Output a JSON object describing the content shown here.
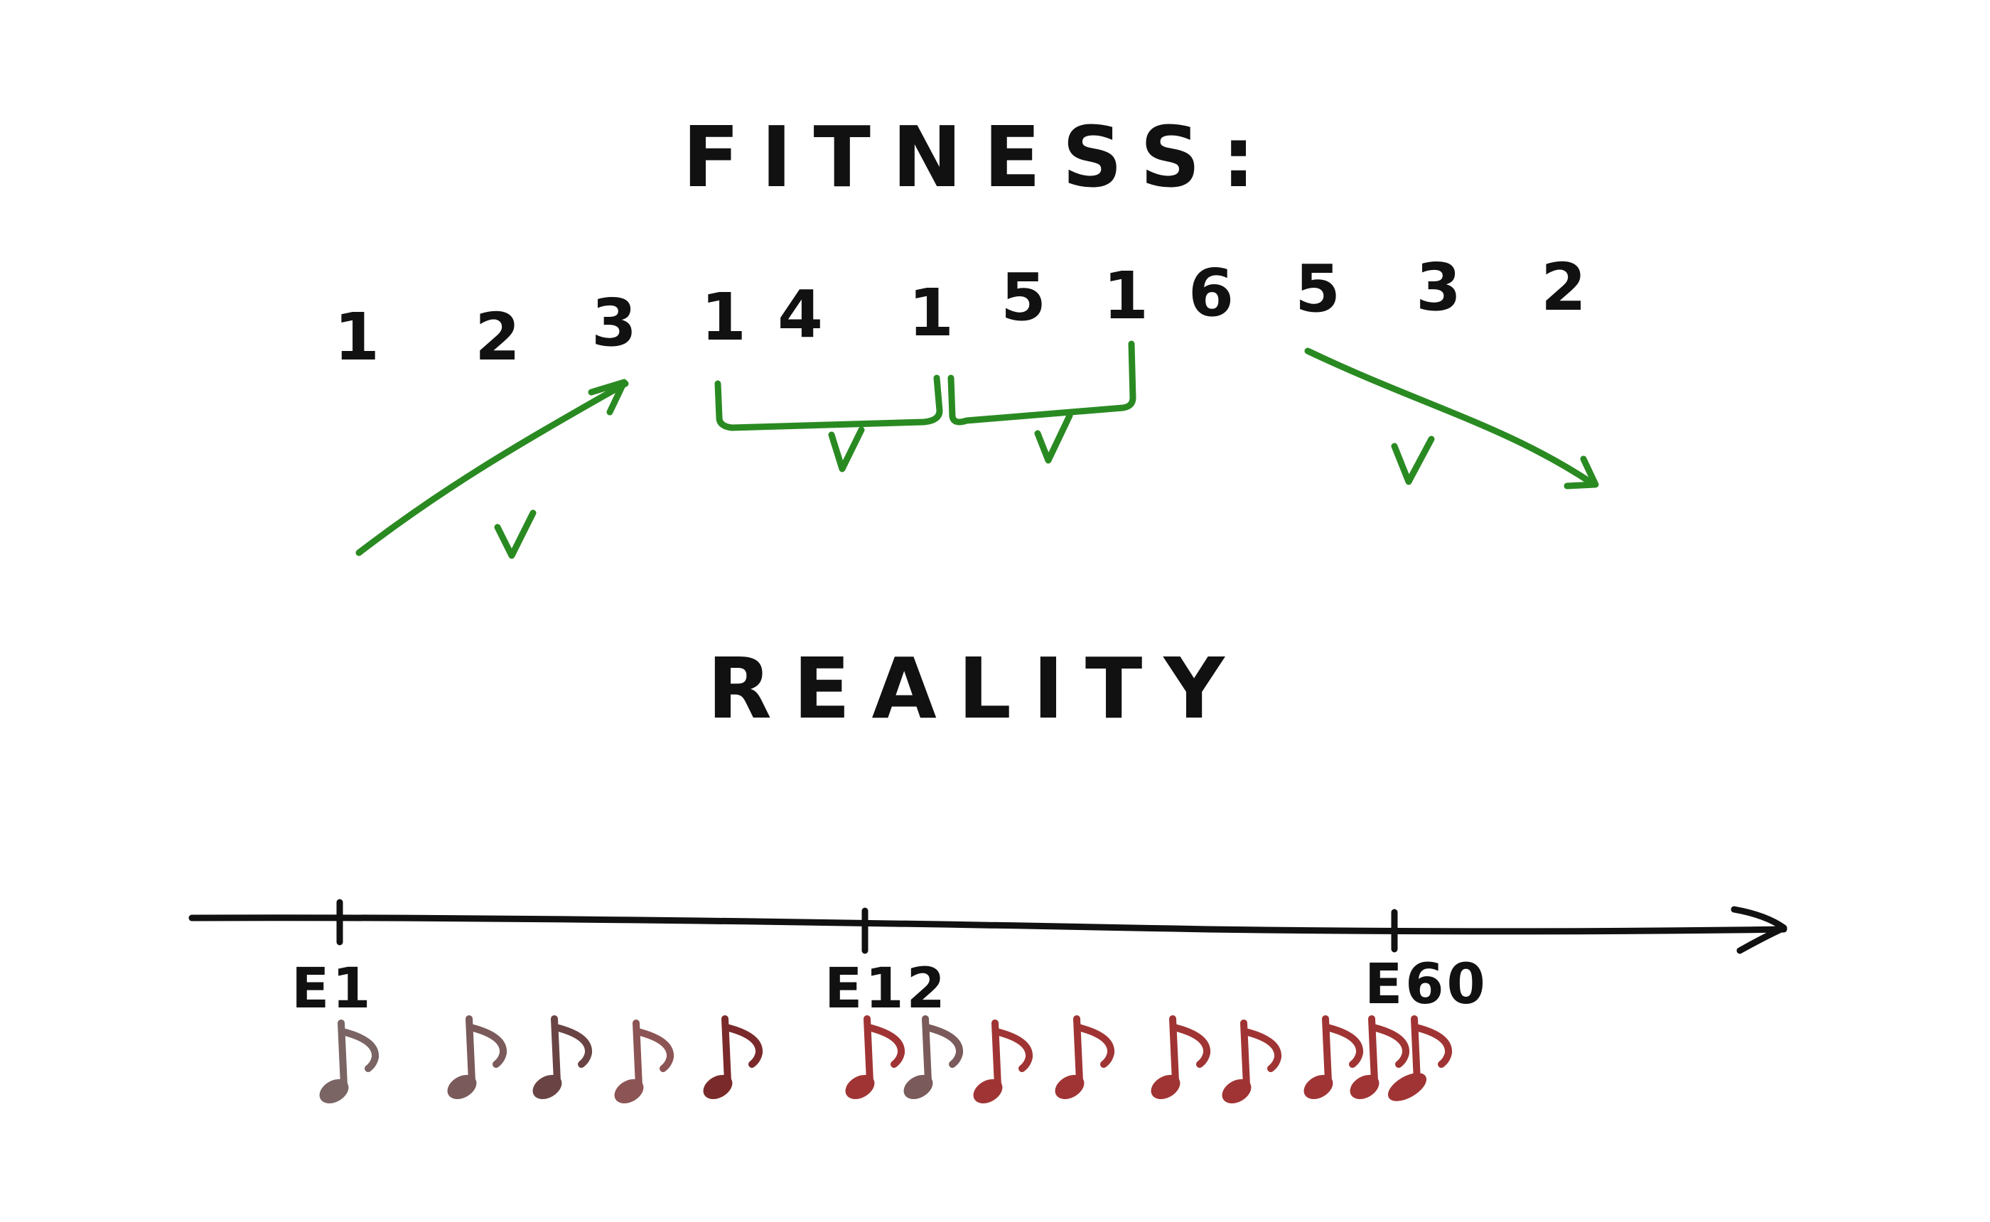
{
  "fitness_title": "FITNESS:",
  "fitness_sequence": [
    "1",
    "2",
    "3",
    "1",
    "4",
    "1",
    "5",
    "1",
    "6",
    "5",
    "3",
    "2"
  ],
  "checkmark": "✓",
  "reality_title": "REALITY",
  "timeline": {
    "ticks": [
      "E1",
      "E12",
      "E60"
    ]
  },
  "notes": {
    "count": 14,
    "colors": [
      "#7a6464",
      "#7a5a5a",
      "#6a4444",
      "#8c5454",
      "#7a2a2a",
      "#a03434",
      "#a03434",
      "#a03434",
      "#a03434",
      "#a03434",
      "#a03434",
      "#a03434",
      "#a03434",
      "#a03434"
    ]
  },
  "colors": {
    "ink": "#111111",
    "green": "#2a8a22",
    "note_red": "#a03434"
  }
}
